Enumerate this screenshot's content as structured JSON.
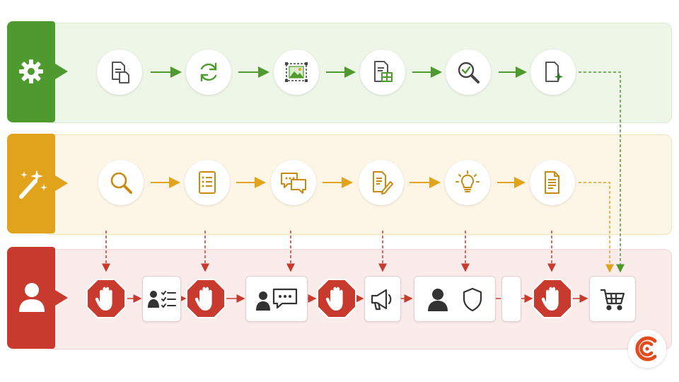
{
  "colors": {
    "green": "#4e9a2f",
    "green_bg": "#eef6e8",
    "orange": "#e1a21c",
    "orange_bg": "#fdf6e6",
    "red": "#c93a2e",
    "red_bg": "#fbecec"
  },
  "lanes": [
    {
      "name": "automation",
      "icon": "gear-icon",
      "nodes": [
        "documents-icon",
        "refresh-icon",
        "image-select-icon",
        "spreadsheet-document-icon",
        "search-check-icon",
        "document-sparkle-icon"
      ]
    },
    {
      "name": "ai-assist",
      "icon": "magic-wand-icon",
      "nodes": [
        "search-icon",
        "checklist-icon",
        "chat-bubbles-icon",
        "document-edit-icon",
        "lightbulb-icon",
        "document-lines-icon"
      ]
    },
    {
      "name": "manual",
      "icon": "user-icon",
      "nodes": [
        "stop-hand-icon",
        "user-checklist-icon",
        "stop-hand-icon",
        "user-chat-icon",
        "stop-hand-icon",
        "megaphone-icon",
        "user-shield-icon",
        "blank-step",
        "stop-hand-icon",
        "cart-icon"
      ]
    }
  ],
  "logo": "brand-logo"
}
